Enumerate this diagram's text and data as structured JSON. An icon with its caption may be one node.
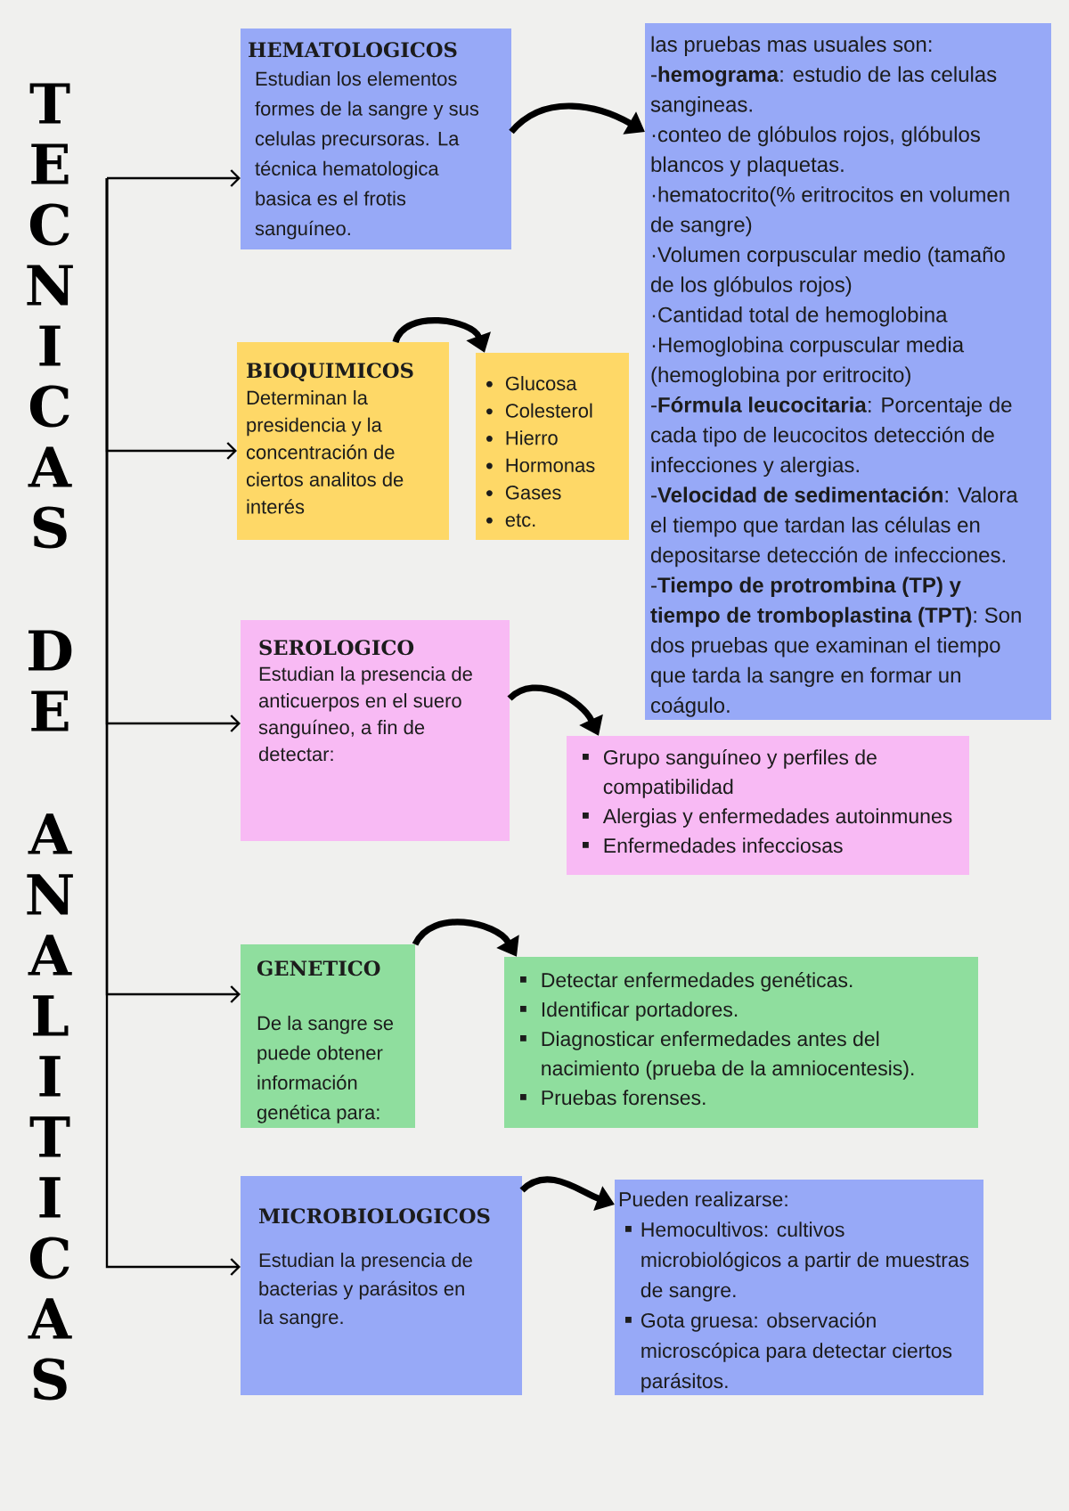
{
  "diagram": {
    "title": "TECNICAS DE ANALITICAS",
    "nodes": [
      {
        "text": [
          "HEMATOLOGICOS",
          "Estudian los elementos formes de la sangre y sus celulas precursoras. La técnica hematologica basica es el frotis sanguíneo."
        ]
      },
      {
        "text": [
          "las pruebas mas usuales son:",
          "-**hemograma**: estudio de las celulas sangineas.",
          "·conteo de glóbulos rojos, glóbulos blancos y plaquetas.",
          "·hematocrito(% eritrocitos en volumen de sangre)",
          "·Volumen corpuscular medio (tamaño de los glóbulos rojos)",
          "·Cantidad total de hemoglobina",
          "·Hemoglobina corpuscular media (hemoglobina por eritrocito)",
          "-**Fórmula leucocitaria**: Porcentaje de cada tipo de leucocitos detección de infecciones y alergias.",
          "-**Velocidad de sedimentación**: Valora el tiempo que tardan las células en depositarse detección de infecciones.",
          "-**Tiempo de protrombina (TP) y tiempo de tromboplastina (TPT)**: Son dos pruebas que examinan el tiempo que tarda la sangre en formar un coágulo."
        ]
      },
      {
        "text": [
          "BIOQUIMICOS",
          "Determinan la presidencia y la concentración de ciertos analitos de interés"
        ]
      },
      {
        "text": [
          "Glucosa",
          "Colesterol",
          "Hierro",
          "Hormonas",
          "Gases",
          "etc."
        ]
      },
      {
        "text": [
          "SEROLOGICO",
          "Estudian la presencia de anticuerpos en el suero sanguíneo, a fin de detectar:"
        ]
      },
      {
        "text": [
          "Grupo sanguíneo y perfiles de compatibilidad",
          "Alergias y enfermedades autoinmunes",
          "Enfermedades infecciosas"
        ]
      },
      {
        "text": [
          "GENETICO",
          "De la sangre se puede obtener información genética para:"
        ]
      },
      {
        "text": [
          "Detectar enfermedades genéticas.",
          "Identificar portadores.",
          "Diagnosticar enfermedades antes del nacimiento (prueba de la amniocentesis).",
          "Pruebas forenses."
        ]
      },
      {
        "text": [
          "MICROBIOLOGICOS",
          "Estudian la presencia de bacterias y parásitos en la sangre."
        ]
      },
      {
        "text": [
          "Pueden realizarse:",
          "Hemocultivos: cultivos microbiológicos a partir de muestras de sangre.",
          "Gota gruesa: observación microscópica para detectar ciertos parásitos."
        ]
      }
    ],
    "edges": [
      {
        "from": null,
        "to": 0,
        "arrow": "to"
      },
      {
        "from": null,
        "to": 2,
        "arrow": "to"
      },
      {
        "from": null,
        "to": 4,
        "arrow": "to"
      },
      {
        "from": null,
        "to": 6,
        "arrow": "to"
      },
      {
        "from": null,
        "to": 8,
        "arrow": "to"
      },
      {
        "from": 0,
        "to": 1,
        "arrow": "to",
        "style": "thick"
      },
      {
        "from": 2,
        "to": 3,
        "arrow": "to",
        "style": "thick"
      },
      {
        "from": 4,
        "to": 5,
        "arrow": "to",
        "style": "thick"
      },
      {
        "from": 6,
        "to": 7,
        "arrow": "to",
        "style": "thick"
      },
      {
        "from": 8,
        "to": 9,
        "arrow": "to",
        "style": "thick"
      }
    ]
  }
}
